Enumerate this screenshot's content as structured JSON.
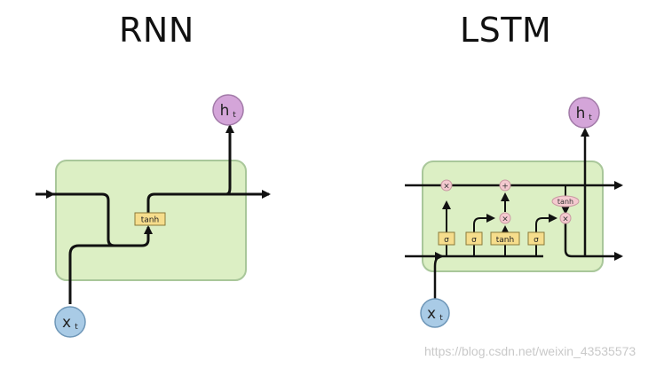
{
  "titles": {
    "rnn": "RNN",
    "lstm": "LSTM"
  },
  "rnn": {
    "activation": "tanh",
    "input": {
      "main": "x",
      "sub": "t"
    },
    "output": {
      "main": "h",
      "sub": "t"
    }
  },
  "lstm": {
    "gates": [
      "σ",
      "σ",
      "tanh",
      "σ"
    ],
    "ops": {
      "multiply": "×",
      "add": "+"
    },
    "cell_activation": "tanh",
    "input": {
      "main": "x",
      "sub": "t"
    },
    "output": {
      "main": "h",
      "sub": "t"
    }
  },
  "watermark": "https://blog.csdn.net/weixin_43535573",
  "colors": {
    "cell_fill": "#dcefc4",
    "cell_stroke": "#a9c79a",
    "gate_fill": "#f6dd8c",
    "op_fill": "#f4c9cf",
    "op_stroke": "#c99aa2",
    "input_node": "#a9cbe6",
    "output_node": "#d4a5d9",
    "line": "#111111"
  }
}
